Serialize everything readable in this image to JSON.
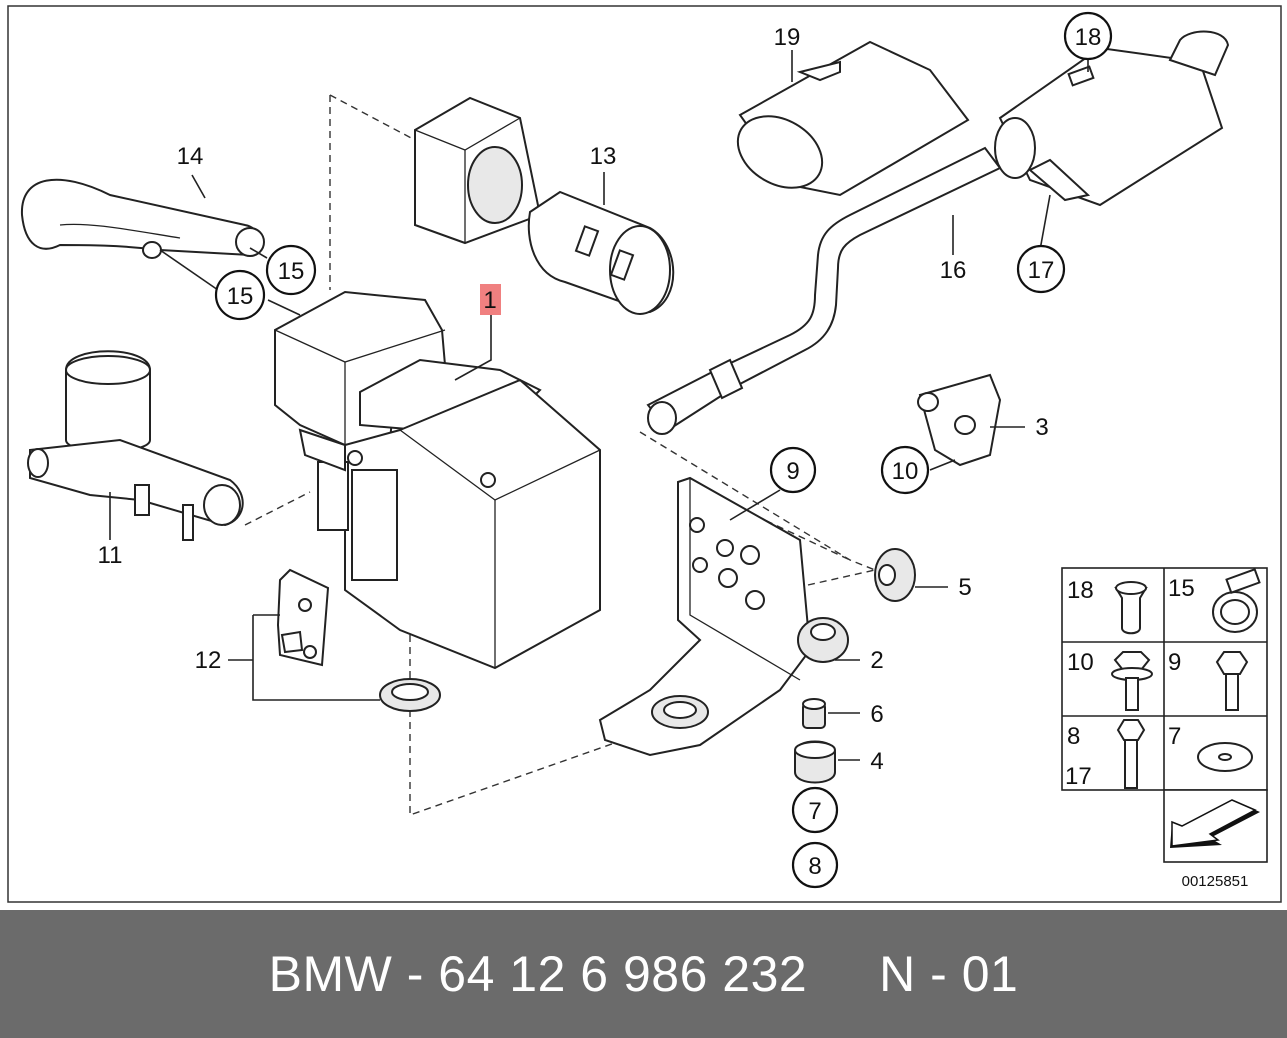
{
  "callouts": {
    "c1": "1",
    "c2": "2",
    "c3": "3",
    "c4": "4",
    "c5": "5",
    "c6": "6",
    "c7": "7",
    "c8": "8",
    "c9": "9",
    "c10": "10",
    "c11": "11",
    "c12": "12",
    "c13": "13",
    "c14": "14",
    "c15a": "15",
    "c15b": "15",
    "c16": "16",
    "c17": "17",
    "c18": "18",
    "c19": "19"
  },
  "highlight_color": "#f08080",
  "legend": {
    "r1a": "18",
    "r1b": "15",
    "r2a": "10",
    "r2b": "9",
    "r3a": "8",
    "r3a2": "17",
    "r3b": "7"
  },
  "drawing_number": "00125851",
  "footer": {
    "text": "BMW - 64 12 6 986 232     N - 01",
    "background": "#6b6b6b"
  }
}
